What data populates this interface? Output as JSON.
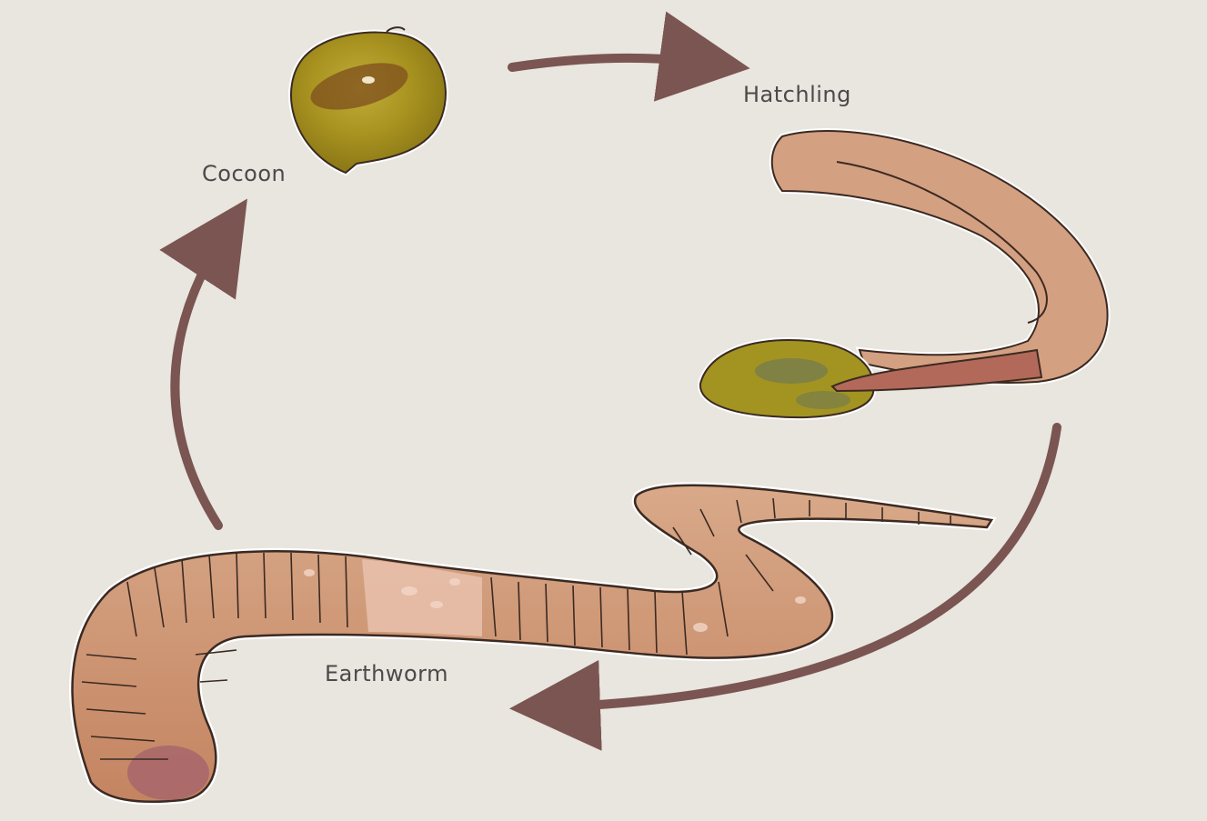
{
  "diagram": {
    "stages": [
      {
        "id": "cocoon",
        "label": "Cocoon"
      },
      {
        "id": "hatchling",
        "label": "Hatchling"
      },
      {
        "id": "earthworm",
        "label": "Earthworm"
      }
    ],
    "colors": {
      "background": "#e9e5df",
      "arrow": "#7a5552",
      "worm_body": "#d49d7b",
      "worm_dark": "#b57860",
      "cocoon": "#a38e1f",
      "outline": "#3b2a22"
    }
  }
}
